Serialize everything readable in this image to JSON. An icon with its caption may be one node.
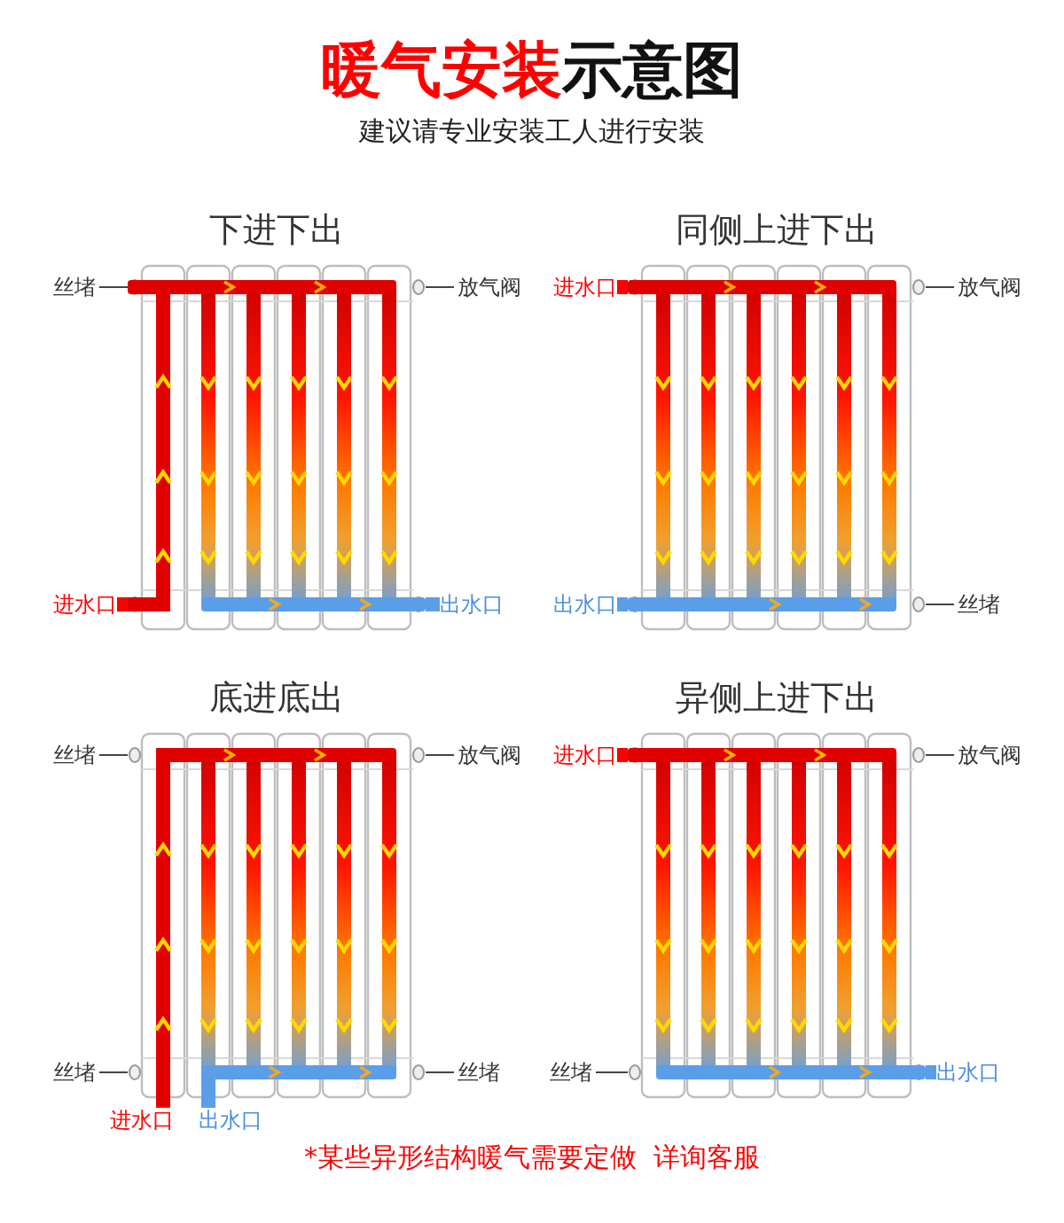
{
  "diagram": {
    "title": "**暖气安装**示意图",
    "caption": "*某些异形结构暖气需要定做  详询客服",
    "labels": [
      "建议请专业安装工人进行安装"
    ],
    "nodes": [
      {
        "text": [
          "下进下出"
        ]
      },
      {
        "text": [
          "丝堵"
        ]
      },
      {
        "text": [
          "放气阀"
        ]
      },
      {
        "text": [
          "进水口"
        ]
      },
      {
        "text": [
          "出水口"
        ]
      },
      {
        "text": [
          "同侧上进下出"
        ]
      },
      {
        "text": [
          "进水口"
        ]
      },
      {
        "text": [
          "放气阀"
        ]
      },
      {
        "text": [
          "出水口"
        ]
      },
      {
        "text": [
          "丝堵"
        ]
      },
      {
        "text": [
          "底进底出"
        ]
      },
      {
        "text": [
          "丝堵"
        ]
      },
      {
        "text": [
          "放气阀"
        ]
      },
      {
        "text": [
          "丝堵"
        ]
      },
      {
        "text": [
          "丝堵"
        ]
      },
      {
        "text": [
          "进水口"
        ]
      },
      {
        "text": [
          "出水口"
        ]
      },
      {
        "text": [
          "异侧上进下出"
        ]
      },
      {
        "text": [
          "进水口"
        ]
      },
      {
        "text": [
          "放气阀"
        ]
      },
      {
        "text": [
          "丝堵"
        ]
      },
      {
        "text": [
          "出水口"
        ]
      }
    ],
    "edges": [
      {
        "from": 1,
        "to": 0,
        "arrow": "none"
      },
      {
        "from": 2,
        "to": 0,
        "arrow": "none"
      },
      {
        "from": 3,
        "to": 0,
        "arrow": "none",
        "style": "thick",
        "color": "#ff0000"
      },
      {
        "from": 0,
        "to": 4,
        "arrow": "none",
        "style": "thick",
        "color": "#5b9ee8"
      },
      {
        "from": 6,
        "to": 5,
        "arrow": "none",
        "style": "thick",
        "color": "#ff0000"
      },
      {
        "from": 7,
        "to": 5,
        "arrow": "none"
      },
      {
        "from": 5,
        "to": 8,
        "arrow": "none",
        "style": "thick",
        "color": "#5b9ee8"
      },
      {
        "from": 9,
        "to": 5,
        "arrow": "none"
      },
      {
        "from": 11,
        "to": 10,
        "arrow": "none"
      },
      {
        "from": 12,
        "to": 10,
        "arrow": "none"
      },
      {
        "from": 13,
        "to": 10,
        "arrow": "none"
      },
      {
        "from": 14,
        "to": 10,
        "arrow": "none"
      },
      {
        "from": 15,
        "to": 10,
        "arrow": "none",
        "style": "thick",
        "color": "#ff0000"
      },
      {
        "from": 10,
        "to": 16,
        "arrow": "none",
        "style": "thick",
        "color": "#5b9ee8"
      },
      {
        "from": 18,
        "to": 17,
        "arrow": "none",
        "style": "thick",
        "color": "#ff0000"
      },
      {
        "from": 19,
        "to": 17,
        "arrow": "none"
      },
      {
        "from": 20,
        "to": 17,
        "arrow": "none"
      },
      {
        "from": 17,
        "to": 21,
        "arrow": "none",
        "style": "thick",
        "color": "#5b9ee8"
      }
    ]
  }
}
